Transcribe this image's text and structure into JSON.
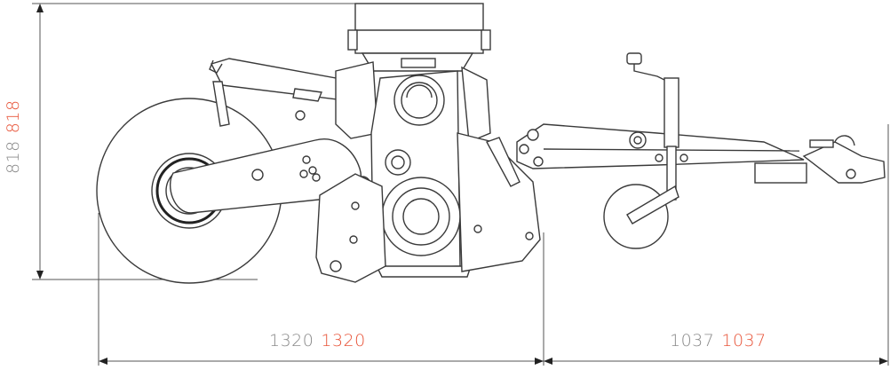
{
  "dimensions": {
    "height": {
      "grey": "818",
      "orange": "818"
    },
    "base_length": {
      "grey": "1320",
      "orange": "1320"
    },
    "drawbar_length": {
      "grey": "1037",
      "orange": "1037"
    }
  },
  "colors": {
    "line": "#3a3a3a",
    "dimension_grey": "#8a8a8a",
    "dimension_orange": "#e8553a"
  }
}
